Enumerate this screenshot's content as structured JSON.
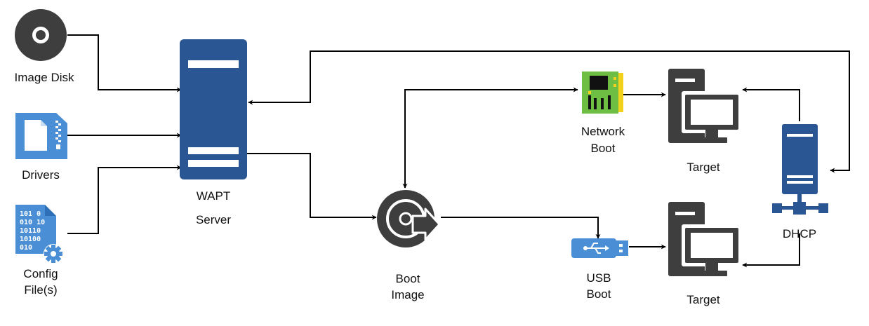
{
  "colors": {
    "server_blue": "#2b5694",
    "icon_blue": "#4a8fd6",
    "dark_gray": "#3e3e3e",
    "board_green": "#6fbe44",
    "board_yellow": "#f4d21c",
    "line": "#000000"
  },
  "nodes": {
    "image_disk": {
      "label": "Image Disk",
      "icon": "optical-disk-icon"
    },
    "drivers": {
      "label": "Drivers",
      "icon": "zip-file-icon"
    },
    "config_files": {
      "label_line1": "Config",
      "label_line2": "File(s)",
      "icon": "binary-config-file-icon",
      "binary_rows": [
        "101 0",
        "010 10",
        "10110",
        "10100",
        "010"
      ]
    },
    "wapt_server": {
      "label_line1": "WAPT",
      "label_line2": "Server",
      "icon": "server-icon"
    },
    "boot_image": {
      "label_line1": "Boot",
      "label_line2": "Image",
      "icon": "boot-image-disk-icon"
    },
    "network_boot": {
      "label_line1": "Network",
      "label_line2": "Boot",
      "icon": "network-card-icon"
    },
    "usb_boot": {
      "label_line1": "USB",
      "label_line2": "Boot",
      "icon": "usb-drive-icon"
    },
    "target_top": {
      "label": "Target",
      "icon": "computer-icon"
    },
    "target_bottom": {
      "label": "Target",
      "icon": "computer-icon"
    },
    "dhcp": {
      "label": "DHCP",
      "icon": "network-server-icon"
    }
  },
  "connections": [
    {
      "from": "image_disk",
      "to": "wapt_server"
    },
    {
      "from": "drivers",
      "to": "wapt_server"
    },
    {
      "from": "config_files",
      "to": "wapt_server"
    },
    {
      "from": "wapt_server",
      "to": "boot_image"
    },
    {
      "from": "boot_image",
      "to": "network_boot",
      "bidirectional": true
    },
    {
      "from": "boot_image",
      "to": "usb_boot"
    },
    {
      "from": "network_boot",
      "to": "target_top"
    },
    {
      "from": "usb_boot",
      "to": "target_bottom"
    },
    {
      "from": "dhcp",
      "to": "target_top"
    },
    {
      "from": "dhcp",
      "to": "target_bottom"
    },
    {
      "from": "wapt_server",
      "to": "dhcp",
      "bidirectional": true
    }
  ]
}
